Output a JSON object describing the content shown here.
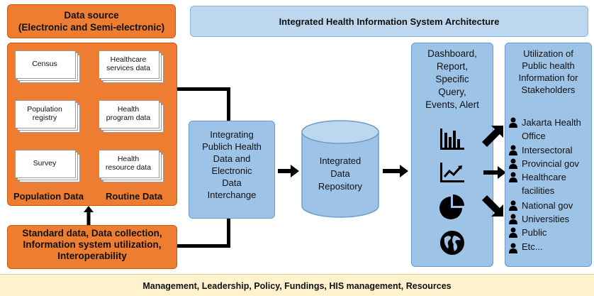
{
  "data_source": {
    "title_line1": "Data source",
    "title_line2": "(Electronic and Semi-electronic)",
    "documents": [
      {
        "label": "Census"
      },
      {
        "label": "Healthcare services data"
      },
      {
        "label": "Population registry"
      },
      {
        "label": "Health program data"
      },
      {
        "label": "Survey"
      },
      {
        "label": "Health resource data"
      }
    ],
    "population_label": "Population Data",
    "routine_label": "Routine Data"
  },
  "standard": {
    "line1": "Standard data, Data collection,",
    "line2": "Information system utilization,",
    "line3": "Interoperability"
  },
  "architecture_title": "Integrated Health Information System Architecture",
  "integrating": {
    "lines": [
      "Integrating",
      "Publich Health",
      "Data and",
      "Electronic",
      "Data",
      "Interchange"
    ]
  },
  "repository": {
    "lines": [
      "Integrated",
      "Data",
      "Repository"
    ]
  },
  "dashboard": {
    "lines": [
      "Dashboard,",
      "Report,",
      "Specific",
      "Query,",
      "Events, Alert"
    ],
    "icons": [
      "bar-chart-icon",
      "line-chart-icon",
      "pie-chart-icon",
      "globe-icon"
    ]
  },
  "utilization": {
    "title_lines": [
      "Utilization of",
      "Public health",
      "Information for",
      "Stakeholders"
    ],
    "stakeholders": [
      "Jakarta Health",
      "Office",
      "Intersectoral",
      "Provincial gov",
      "Healthcare",
      "facilities",
      "National gov",
      "Universities",
      "Public",
      "Etc..."
    ]
  },
  "footer": "Management, Leadership, Policy, Fundings, HIS management, Resources"
}
